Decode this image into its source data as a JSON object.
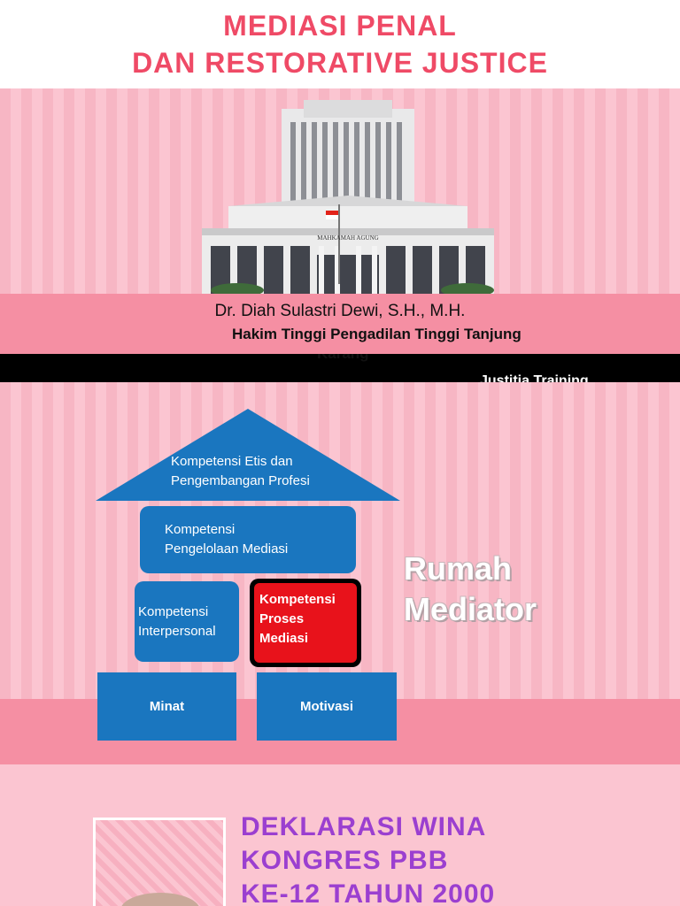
{
  "slide1": {
    "title_line1": "MEDIASI PENAL",
    "title_line2": "DAN RESTORATIVE JUSTICE",
    "building_sign": "MAHKAMAH AGUNG",
    "author": "Dr. Diah Sulastri Dewi, S.H., M.H.",
    "role": "Hakim Tinggi     Pengadilan Tinggi Tanjung",
    "role_cont": "Karang",
    "footer": "Justitia Training"
  },
  "slide2": {
    "roof_line1": "Kompetensi Etis dan",
    "roof_line2": "Pengembangan Profesi",
    "pengelolaan_line1": "Kompetensi",
    "pengelolaan_line2": "Pengelolaan Mediasi",
    "interpersonal_line1": "Kompetensi",
    "interpersonal_line2": "Interpersonal",
    "proses_line1": "Kompetensi",
    "proses_line2": "Proses",
    "proses_line3": "Mediasi",
    "minat": "Minat",
    "motivasi": "Motivasi",
    "heading_line1": "Rumah",
    "heading_line2": "Mediator"
  },
  "slide3": {
    "line1": "DEKLARASI WINA",
    "line2": "KONGRES PBB",
    "line3": "KE-12 TAHUN 2000"
  },
  "colors": {
    "title_pink": "#ef4a66",
    "band_pink": "#f58fa3",
    "stripe_light": "#fbc5d1",
    "stripe_dark": "#f7b6c4",
    "box_blue": "#1a76bf",
    "box_red": "#e8121b",
    "purple": "#9b3fd0"
  }
}
